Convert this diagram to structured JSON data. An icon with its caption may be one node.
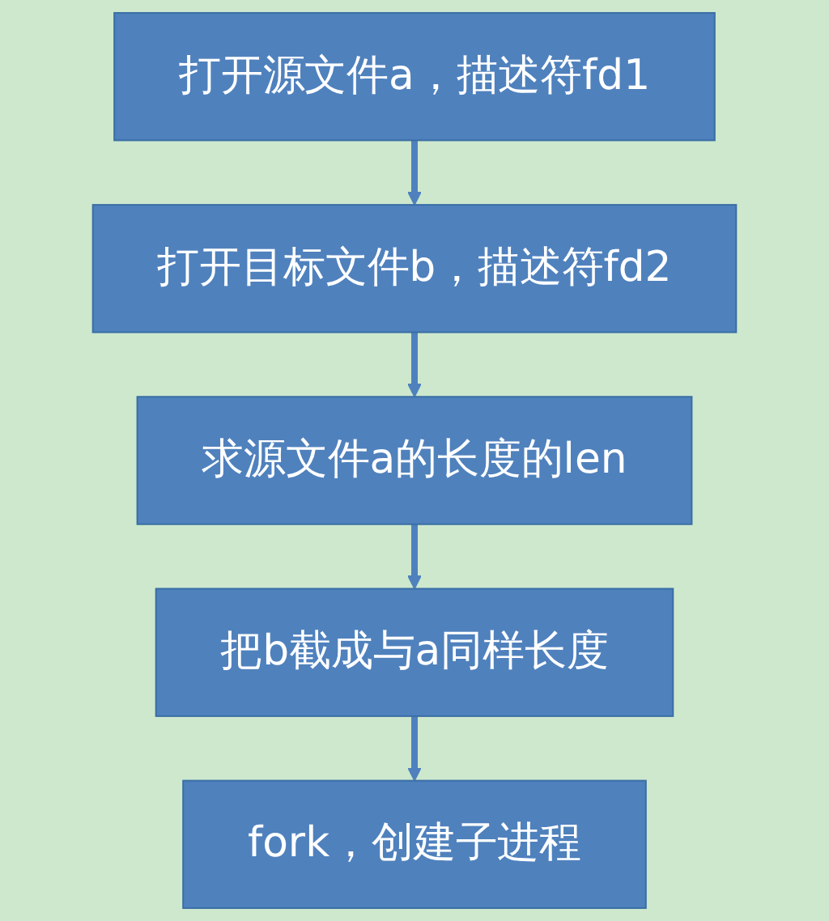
{
  "diagram": {
    "nodes": [
      {
        "text": [
          "打开源文件a，描述符fd1"
        ]
      },
      {
        "text": [
          "打开目标文件b，描述符fd2"
        ]
      },
      {
        "text": [
          "求源文件a的长度的len"
        ]
      },
      {
        "text": [
          "把b截成与a同样长度"
        ]
      },
      {
        "text": [
          "fork，创建子进程"
        ]
      }
    ],
    "edges": [
      {
        "from": 0,
        "to": 1,
        "arrow": "to"
      },
      {
        "from": 1,
        "to": 2,
        "arrow": "to"
      },
      {
        "from": 2,
        "to": 3,
        "arrow": "to"
      },
      {
        "from": 3,
        "to": 4,
        "arrow": "to"
      }
    ]
  }
}
